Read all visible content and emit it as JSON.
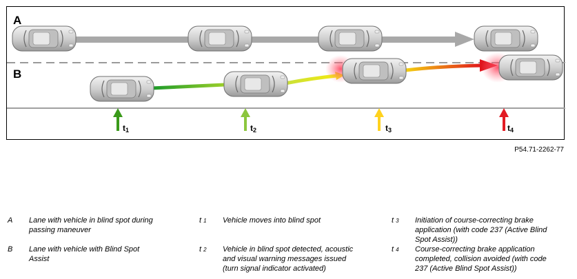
{
  "diagram": {
    "lane_a_label": "A",
    "lane_b_label": "B",
    "reference": "P54.71-2262-77",
    "time_markers": [
      {
        "label": "t",
        "sub": "1",
        "color": "#3a9a1a"
      },
      {
        "label": "t",
        "sub": "2",
        "color": "#8cc63e"
      },
      {
        "label": "t",
        "sub": "3",
        "color": "#ffd21e"
      },
      {
        "label": "t",
        "sub": "4",
        "color": "#e21b24"
      }
    ],
    "colors": {
      "lane_arrow": "#a8a8a8",
      "path_green": "#1a9a2a",
      "path_yellow": "#f2e200",
      "path_red": "#e0141c",
      "warning_glow": "#ff6f80",
      "car_body": "#d6d6d6"
    }
  },
  "legend": {
    "items": [
      {
        "key": "A",
        "key_sub": "",
        "text_lines": [
          "Lane with vehicle in blind spot during",
          "passing maneuver"
        ]
      },
      {
        "key": "B",
        "key_sub": "",
        "text_lines": [
          "Lane with vehicle with Blind Spot",
          "Assist"
        ]
      },
      {
        "key": "t",
        "key_sub": "1",
        "text_lines": [
          "Vehicle moves into blind spot"
        ]
      },
      {
        "key": "t",
        "key_sub": "2",
        "text_lines": [
          "Vehicle in blind spot detected, acoustic",
          "and visual warning messages issued",
          "(turn signal indicator activated)"
        ]
      },
      {
        "key": "t",
        "key_sub": "3",
        "text_lines": [
          "Initiation of course-correcting brake",
          "application (with code 237 (Active Blind",
          "Spot Assist))"
        ]
      },
      {
        "key": "t",
        "key_sub": "4",
        "text_lines": [
          "Course-correcting brake application",
          "completed, collision avoided (with code",
          "237 (Active Blind Spot Assist))"
        ]
      }
    ]
  }
}
